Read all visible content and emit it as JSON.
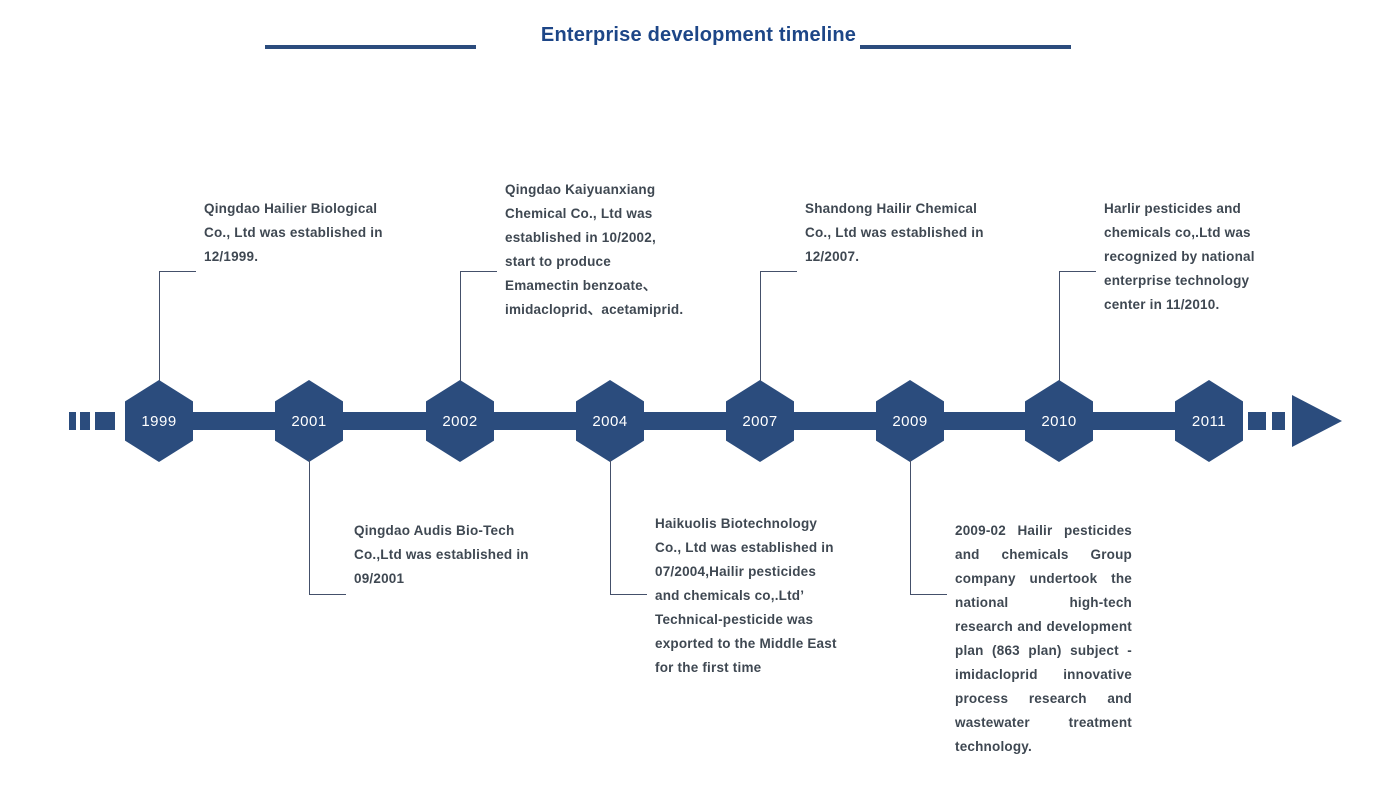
{
  "title": "Enterprise development timeline",
  "colors": {
    "navy": "#2b4c7d",
    "title_blue": "#1d4687",
    "body_text": "#3f4852",
    "connector_line": "#44506a",
    "year_text": "#ffffff",
    "background": "#ffffff"
  },
  "timeline": {
    "events": [
      {
        "year": "1999",
        "side": "above",
        "lines": [
          "Qingdao Hailier Biological",
          "Co., Ltd was established in",
          "12/1999."
        ]
      },
      {
        "year": "2001",
        "side": "below",
        "lines": [
          "Qingdao Audis Bio-Tech",
          "Co.,Ltd was established in",
          "09/2001"
        ]
      },
      {
        "year": "2002",
        "side": "above",
        "lines": [
          "Qingdao Kaiyuanxiang",
          "Chemical Co., Ltd was",
          "established in 10/2002,",
          "start to produce",
          "Emamectin benzoate、",
          "imidacloprid、acetamiprid."
        ]
      },
      {
        "year": "2004",
        "side": "below",
        "lines": [
          "Haikuolis Biotechnology",
          "Co., Ltd was established in",
          "07/2004,Hailir pesticides",
          "and chemicals co,.Ltd’",
          "Technical-pesticide was",
          "exported to the Middle East",
          "for the first time"
        ]
      },
      {
        "year": "2007",
        "side": "above",
        "lines": [
          "Shandong Hailir Chemical",
          "Co., Ltd was established in",
          "12/2007."
        ]
      },
      {
        "year": "2009",
        "side": "below",
        "lines": [
          "2009-02 Hailir pesticides",
          "and chemicals Group",
          "company undertook the",
          "national high-tech",
          "research and development",
          "plan (863 plan) subject -",
          "imidacloprid innovative",
          "process research and",
          "wastewater treatment",
          "technology."
        ]
      },
      {
        "year": "2010",
        "side": "above",
        "lines": [
          "Harlir pesticides and",
          "chemicals co,.Ltd was",
          "recognized by national",
          "enterprise technology",
          "center in 11/2010."
        ]
      },
      {
        "year": "2011",
        "side": "none",
        "lines": []
      }
    ]
  }
}
